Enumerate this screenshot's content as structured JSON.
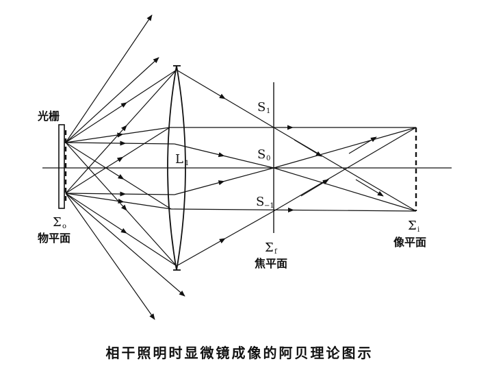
{
  "labels": {
    "grating": "光栅",
    "object_symbol": "Σ",
    "object_sub": "o",
    "object_plane": "物平面",
    "lens_symbol": "L",
    "lens_sub": "1",
    "s_top": "S",
    "s_top_sub": "1",
    "s_mid": "S",
    "s_mid_sub": "0",
    "s_bot": "S",
    "s_bot_sub": "−1",
    "focal_symbol": "Σ",
    "focal_sub": "f",
    "focal_plane": "焦平面",
    "image_symbol": "Σ",
    "image_sub": "i",
    "image_plane": "像平面"
  },
  "caption": "相干照明时显微镜成像的阿贝理论图示",
  "colors": {
    "ink": "#111111",
    "background": "#ffffff"
  }
}
